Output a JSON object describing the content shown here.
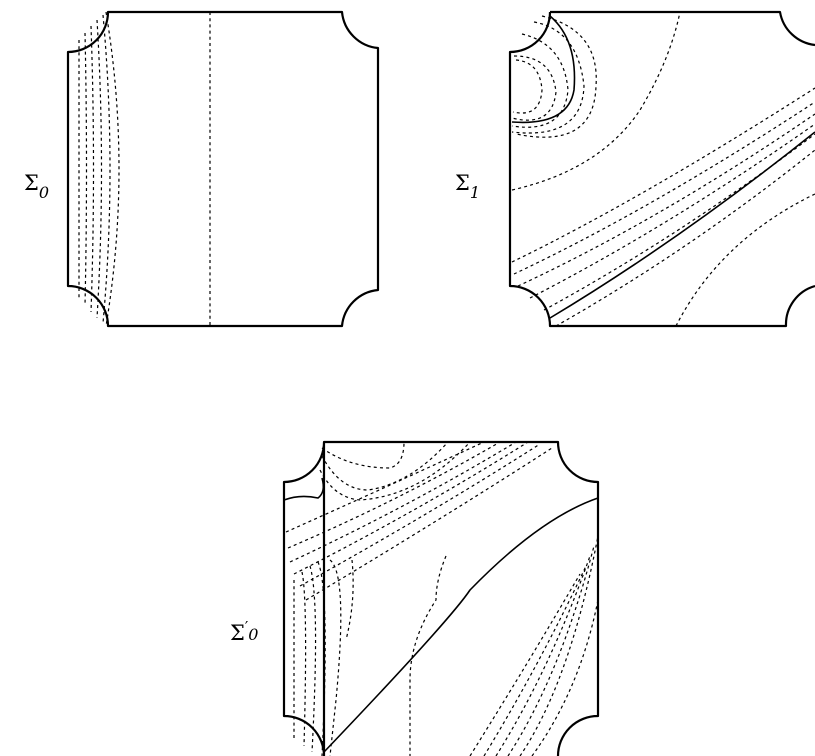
{
  "panels": [
    {
      "id": "sigma0",
      "label": {
        "symbol": "Σ",
        "subscript": "0",
        "prime": ""
      }
    },
    {
      "id": "sigma1",
      "label": {
        "symbol": "Σ",
        "subscript": "1",
        "prime": ""
      }
    },
    {
      "id": "sigma0prime",
      "label": {
        "symbol": "Σ",
        "subscript": "0",
        "prime": "′"
      }
    }
  ],
  "colors": {
    "line": "#000000",
    "background": "#ffffff"
  }
}
